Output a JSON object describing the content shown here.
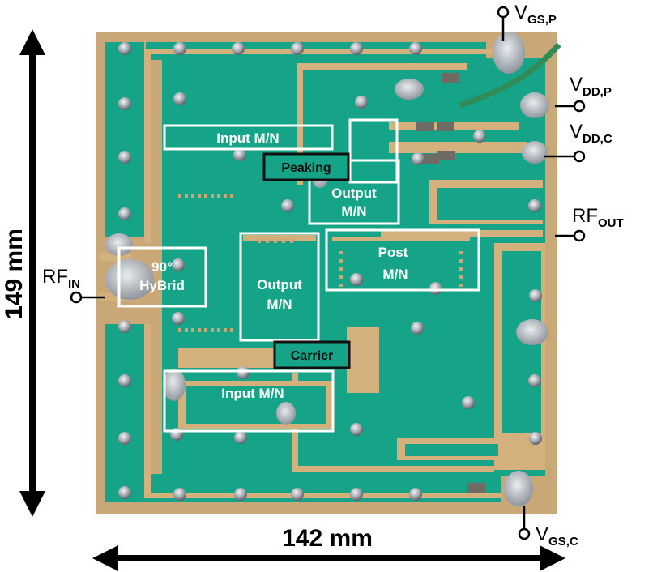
{
  "dimensions": {
    "height": "149 mm",
    "width": "142 mm"
  },
  "ports": {
    "vgs_p": {
      "main": "V",
      "sub": "GS,P"
    },
    "vdd_p": {
      "main": "V",
      "sub": "DD,P"
    },
    "vdd_c": {
      "main": "V",
      "sub": "DD,C"
    },
    "rf_out": {
      "main": "RF",
      "sub": "OUT"
    },
    "rf_in": {
      "main": "RF",
      "sub": "IN"
    },
    "vgs_c": {
      "main": "V",
      "sub": "GS,C"
    }
  },
  "blocks": {
    "input_mn_top": "Input M/N",
    "peaking": "Peaking",
    "output_mn_peaking": [
      "Output",
      "M/N"
    ],
    "hybrid": [
      "90°",
      "HyBrid"
    ],
    "output_mn_carrier": [
      "Output",
      "M/N"
    ],
    "post_mn": [
      "Post",
      "M/N"
    ],
    "carrier": "Carrier",
    "input_mn_bottom": "Input M/N"
  },
  "colors": {
    "board": "#c9a777",
    "solder_mask": "#15a487",
    "trace": "#d4b07c",
    "block_outline": "#ffffff",
    "active_box": "#111111",
    "arrow": "#000000",
    "screw": "#b9bcc2",
    "cable": "#2f8c57"
  }
}
